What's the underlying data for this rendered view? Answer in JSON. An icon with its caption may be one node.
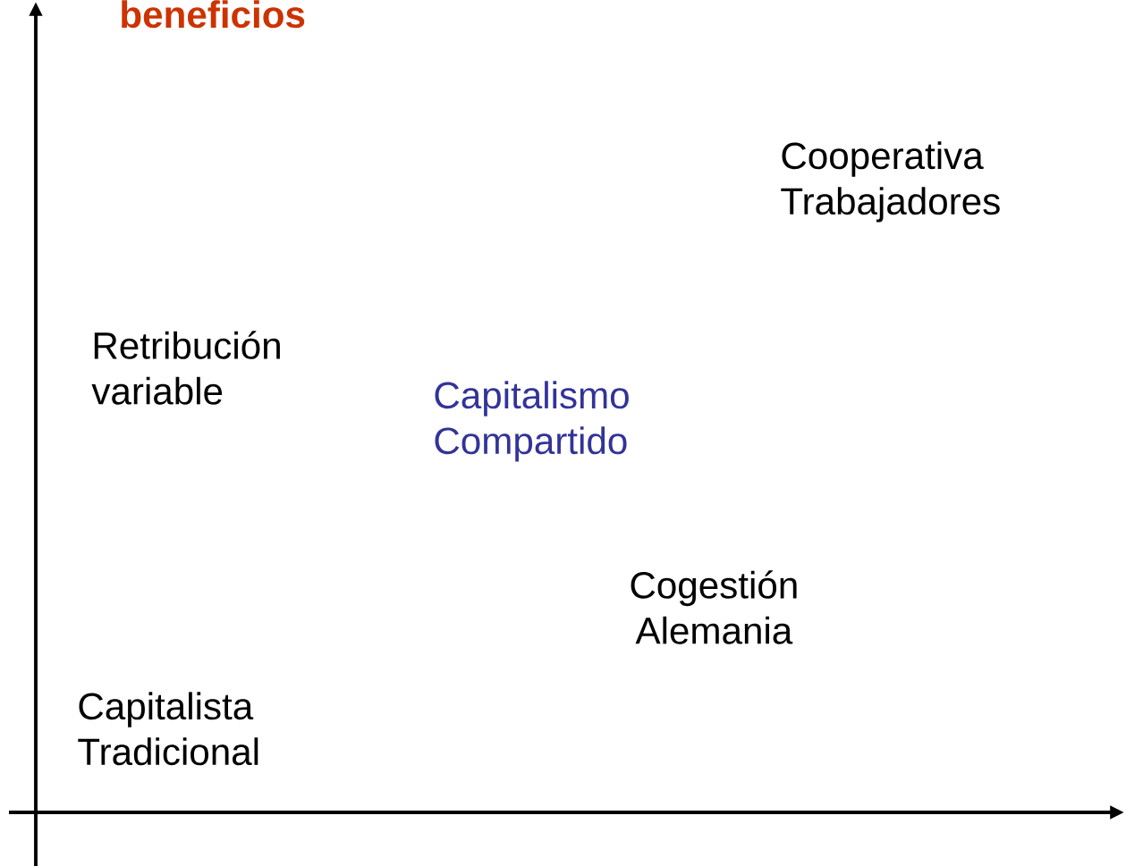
{
  "diagram": {
    "labels": [
      "beneficios",
      "Cooperativa Trabajadores",
      "Retribución variable",
      "Capitalismo Compartido",
      "Cogestión Alemania",
      "Capitalista Tradicional"
    ]
  }
}
